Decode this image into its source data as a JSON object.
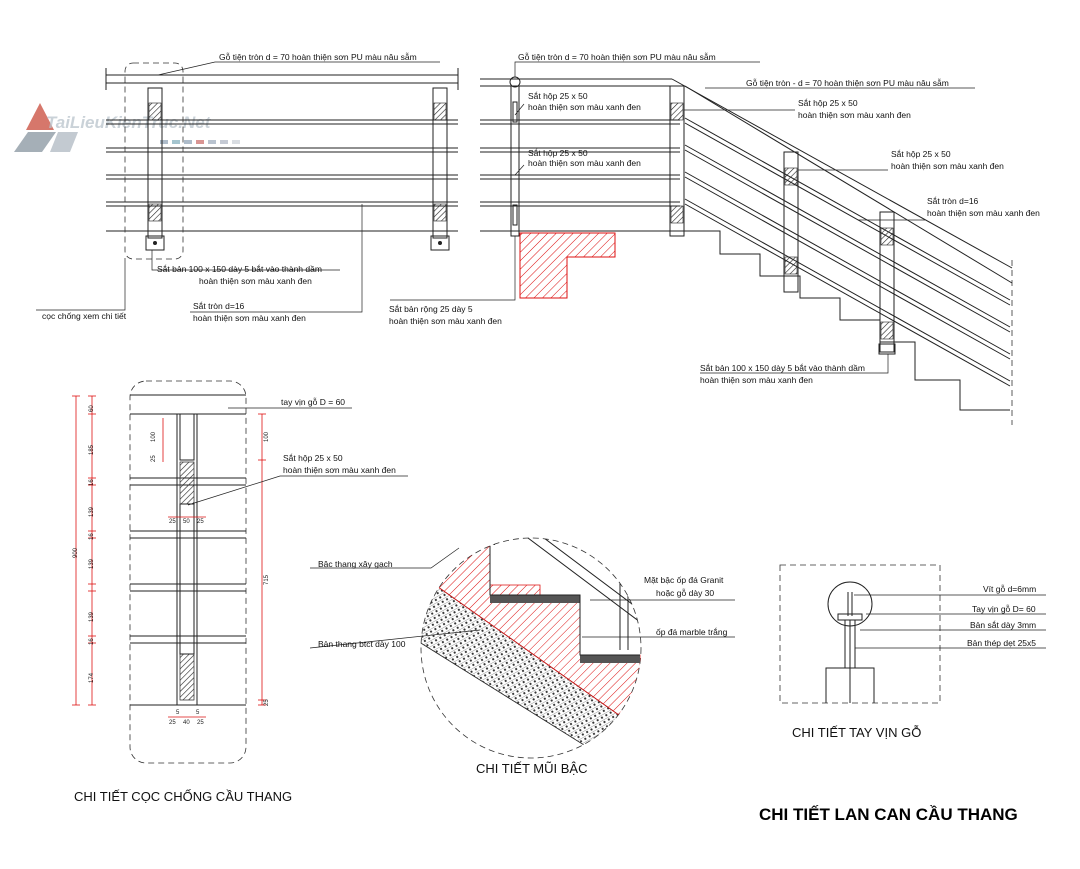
{
  "watermark": {
    "text": "TaiLieuKienTruc.Net"
  },
  "elevation": {
    "label_handrail_left": "Gỗ tiện tròn d = 70 hoàn thiện sơn PU màu nâu sẫm",
    "label_handrail_mid": "Gỗ tiện tròn d = 70 hoàn thiện sơn PU màu nâu sẫm",
    "label_handrail_right": "Gỗ tiện tròn - d = 70 hoàn thiện sơn PU màu nâu sẫm",
    "label_box1_l1": "Sắt hộp 25 x 50",
    "label_box1_l2": "hoàn thiện sơn màu xanh đen",
    "label_box2_l1": "Sắt hộp 25 x 50",
    "label_box2_l2": "hoàn thiện sơn màu xanh đen",
    "label_box3_l1": "Sắt hộp 25 x 50",
    "label_box3_l2": "hoàn thiện sơn màu xanh đen",
    "label_box4_l1": "Sắt hộp 25 x 50",
    "label_box4_l2": "hoàn thiện sơn màu xanh đen",
    "label_rod_r_l1": "Sắt tròn d=16",
    "label_rod_r_l2": "hoàn thiện sơn màu xanh đen",
    "label_plate_l_l1": "Sắt bản 100 x 150 dày 5 bắt vào thành dầm",
    "label_plate_l_l2": "hoàn thiện sơn màu xanh đen",
    "label_plate_r_l1": "Sắt bản 100 x 150 dày 5 bắt vào thành dầm",
    "label_plate_r_l2": "hoàn thiện sơn màu xanh đen",
    "label_post_ref": "cọc chống xem chi tiết",
    "label_rod_l_l1": "Sắt tròn d=16",
    "label_rod_l_l2": "hoàn thiện sơn màu xanh đen",
    "label_flat_l1": "Sắt bản rộng 25 dày 5",
    "label_flat_l2": "hoàn thiện sơn màu xanh đen"
  },
  "post_detail": {
    "label_handrail": "tay vịn gỗ D = 60",
    "label_box_l1": "Sắt hộp 25 x 50",
    "label_box_l2": "hoàn thiện sơn màu xanh đen",
    "dims_left": [
      "60",
      "185",
      "16",
      "139",
      "16",
      "139",
      "139",
      "16",
      "174"
    ],
    "dim_total": "900",
    "dim_right_top": "100",
    "dim_right_mid": "715",
    "dim_right_bot": "25",
    "dim_top_100": "100",
    "dim_top_25": "25",
    "dims_mid": [
      "25",
      "50",
      "25"
    ],
    "dims_bot_small": [
      "5",
      "5"
    ],
    "dims_bot": [
      "25",
      "40",
      "25"
    ],
    "caption": "CHI TIẾT CỌC CHỐNG CẦU THANG"
  },
  "nosing_detail": {
    "label_brick": "Bậc thang xây gạch",
    "label_slab": "Bản thang btct dày 100",
    "label_tread_l1": "Mặt bậc ốp đá Granit",
    "label_tread_l2": "hoặc gỗ dày 30",
    "label_marble": "ốp đá marble trắng",
    "caption": "CHI TIẾT MŨI BẬC"
  },
  "handrail_detail": {
    "label_screw": "Vít gỗ  d=6mm",
    "label_rail": "Tay vịn gỗ D= 60",
    "label_plate": "Bản sắt dày 3mm",
    "label_flat": "Bản thép dẹt 25x5",
    "caption": "CHI TIẾT TAY VỊN GỖ"
  },
  "main_title": "CHI TIẾT LAN CAN CẦU THANG",
  "colors": {
    "line": "#222222",
    "red": "#dd1111",
    "background": "#ffffff"
  }
}
